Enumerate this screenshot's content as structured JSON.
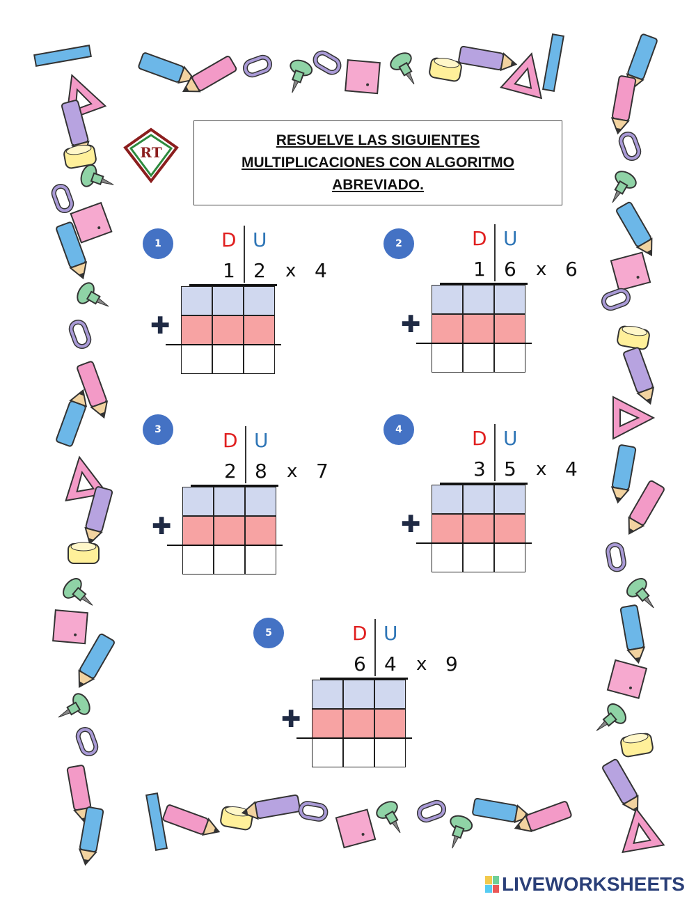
{
  "title": "RESUELVE LAS SIGUIENTES MULTIPLICACIONES CON ALGORITMO ABREVIADO.",
  "column_labels": {
    "d": "D",
    "u": "U"
  },
  "operator": "x",
  "plus_symbol": "✚",
  "problems": [
    {
      "number": "1",
      "tens": "1",
      "units": "2",
      "multiplier": "4"
    },
    {
      "number": "2",
      "tens": "1",
      "units": "6",
      "multiplier": "6"
    },
    {
      "number": "3",
      "tens": "2",
      "units": "8",
      "multiplier": "7"
    },
    {
      "number": "4",
      "tens": "3",
      "units": "5",
      "multiplier": "4"
    },
    {
      "number": "5",
      "tens": "6",
      "units": "4",
      "multiplier": "9"
    }
  ],
  "logo_text": "RT",
  "footer_brand": "LIVEWORKSHEETS",
  "colors": {
    "badge": "#4472c4",
    "row_blue": "#d0d8ef",
    "row_red": "#f7a3a3",
    "label_d": "#e02020",
    "label_u": "#2e75b6"
  }
}
